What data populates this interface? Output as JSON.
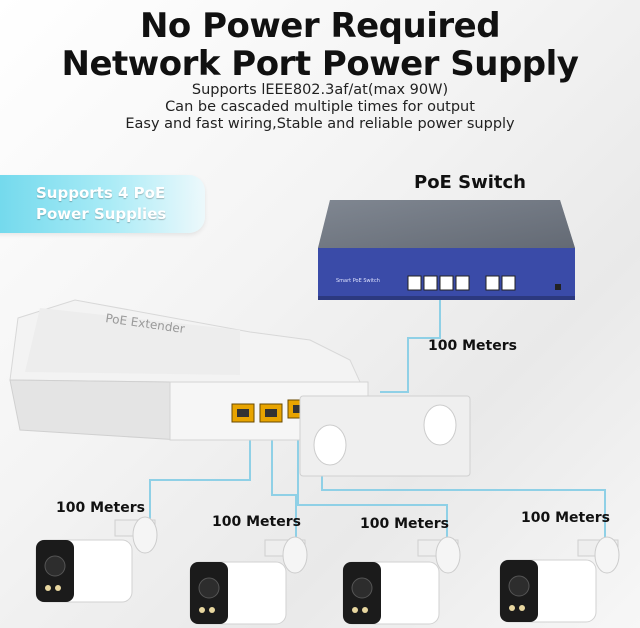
{
  "headline": {
    "line1": "No Power Required",
    "line2": "Network Port Power Supply"
  },
  "subtitle": {
    "line1": "Supports lEEE802.3af/at(max 90W)",
    "line2": "Can be cascaded multiple times for output",
    "line3": "Easy and fast wiring,Stable and reliable power supply"
  },
  "badge": {
    "line1": "Supports 4 PoE",
    "line2": "Power Supplies"
  },
  "switch": {
    "label": "PoE Switch",
    "front_text": "Smart PoE Switch"
  },
  "extender": {
    "label": "PoE Extender"
  },
  "distances": {
    "uplink": "100 Meters",
    "camera1": "100 Meters",
    "camera2": "100 Meters",
    "camera3": "100 Meters",
    "camera4": "100 Meters"
  },
  "colors": {
    "badge": "#6fd8ec",
    "switch_front": "#3a4ba8",
    "port_highlight": "#e8a400",
    "cable": "#7fc6e0"
  }
}
